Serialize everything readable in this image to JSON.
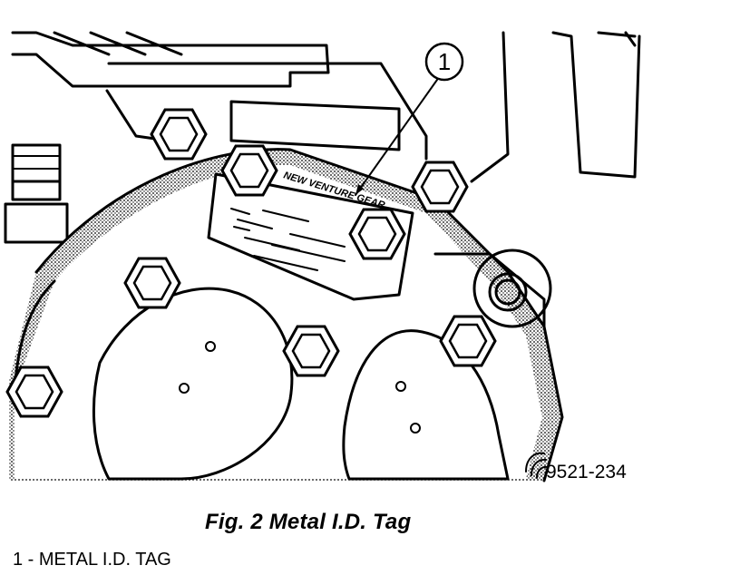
{
  "figure": {
    "caption": "Fig. 2 Metal I.D. Tag",
    "callout_number": "1",
    "tag_text": "NEW VENTURE GEAR",
    "code": "9521-234",
    "legend": [
      {
        "label": "1 - METAL I.D. TAG"
      }
    ]
  }
}
